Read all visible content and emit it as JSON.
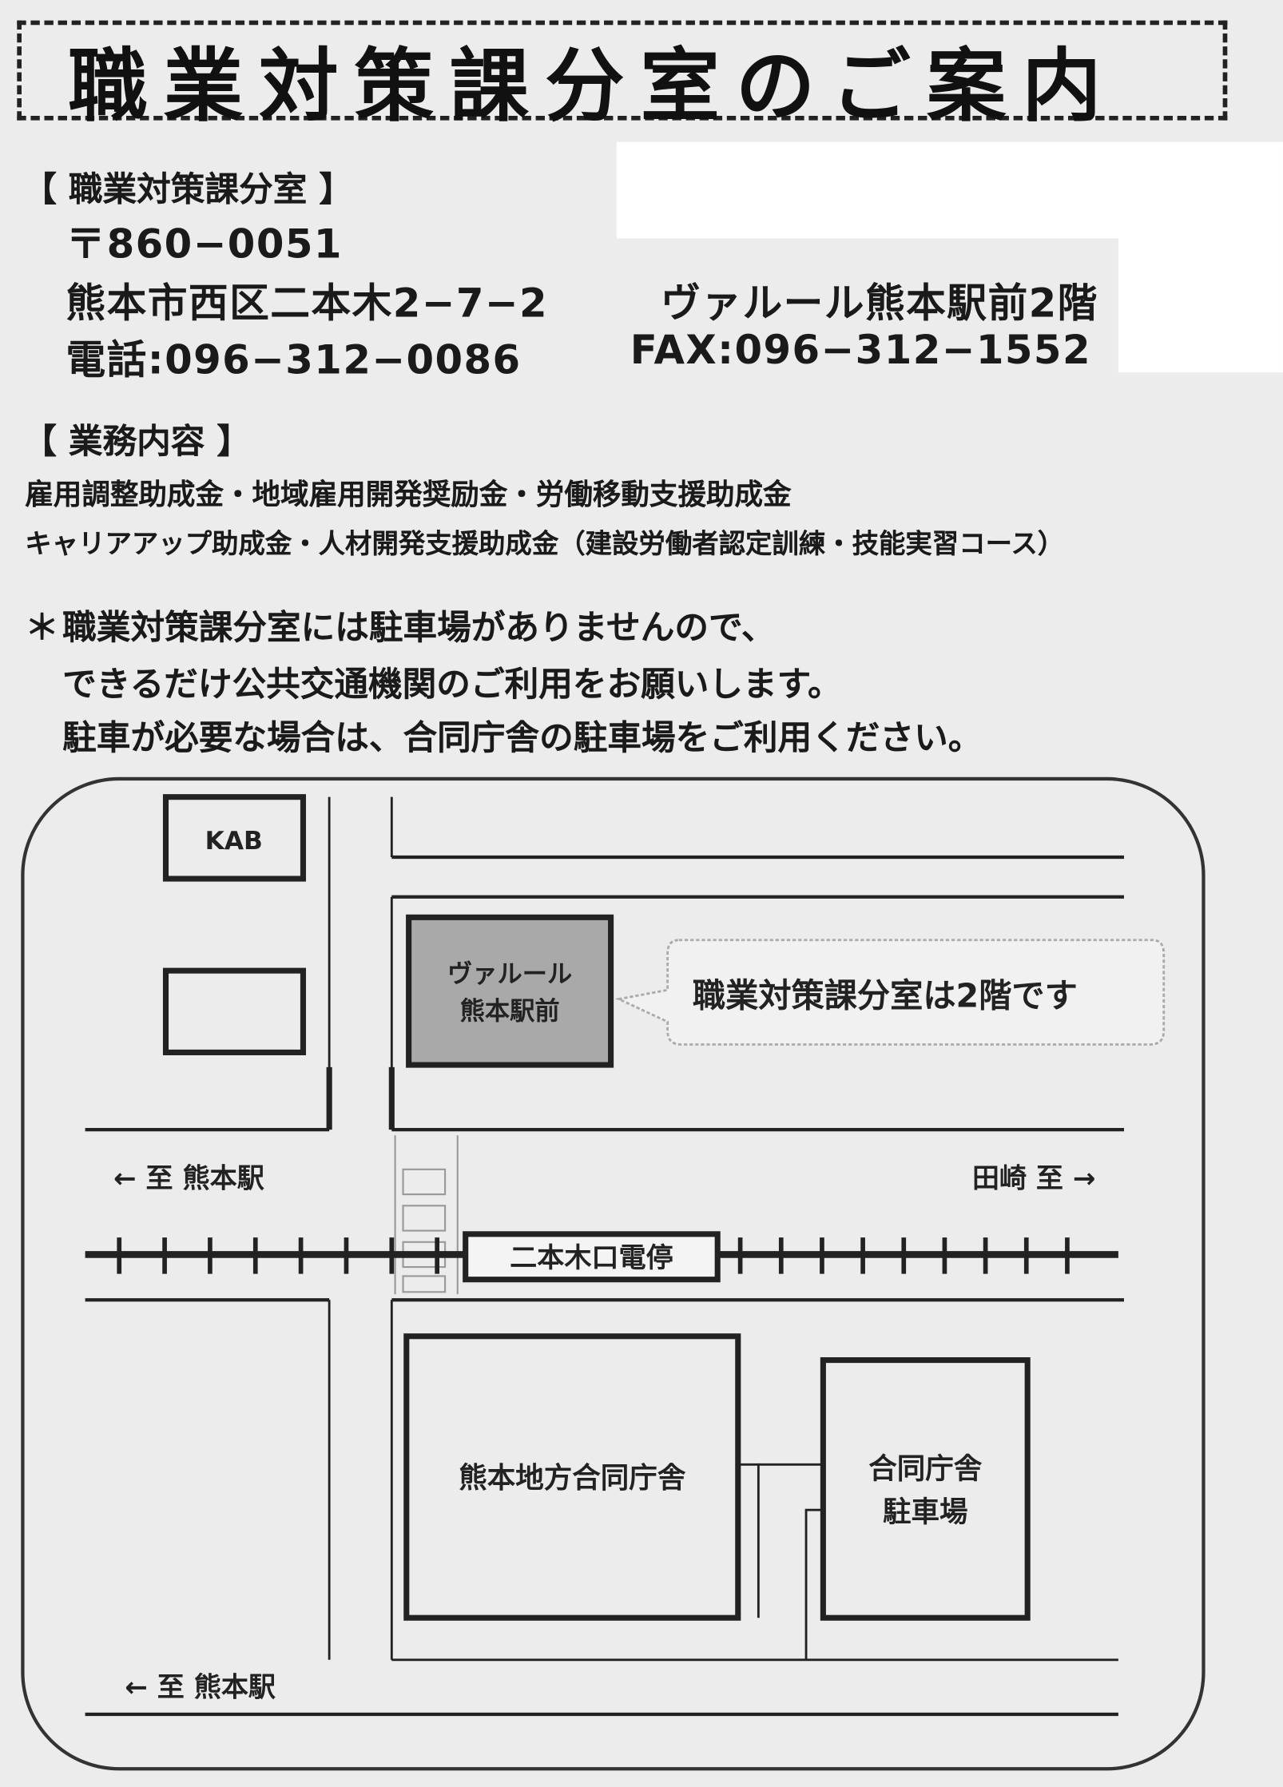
{
  "title": "職業対策課分室のご案内",
  "office": {
    "heading": "【 職業対策課分室 】",
    "postal": "〒860−0051",
    "address": "熊本市西区二本木2−7−2",
    "building": "ヴァルール熊本駅前2階",
    "phone": "電話:096−312−0086",
    "fax": "FAX:096−312−1552"
  },
  "services": {
    "heading": "【 業務内容 】",
    "lines": [
      "雇用調整助成金・地域雇用開発奨励金・労働移動支援助成金",
      "キャリアアップ助成金・人材開発支援助成金（建設労働者認定訓練・技能実習コース）"
    ]
  },
  "notes": {
    "bullet": "＊",
    "lines": [
      "職業対策課分室には駐車場がありませんので、",
      "できるだけ公共交通機関のご利用をお願いします。",
      "駐車が必要な場合は、合同庁舎の駐車場をご利用ください。"
    ]
  },
  "map": {
    "kab": "KAB",
    "target_building": [
      "ヴァルール",
      "熊本駅前"
    ],
    "callout": "職業対策課分室は2階です",
    "to_kumamoto_station": "←  至  熊本駅",
    "to_tasaki": "田崎  至  →",
    "tram_stop": "二本木口電停",
    "gov_building": "熊本地方合同庁舎",
    "parking": [
      "合同庁舎",
      "駐車場"
    ],
    "to_kumamoto_station_bottom": "←  至  熊本駅"
  },
  "colors": {
    "target_building_fill": "#a9a9a9",
    "ink": "#222222"
  }
}
